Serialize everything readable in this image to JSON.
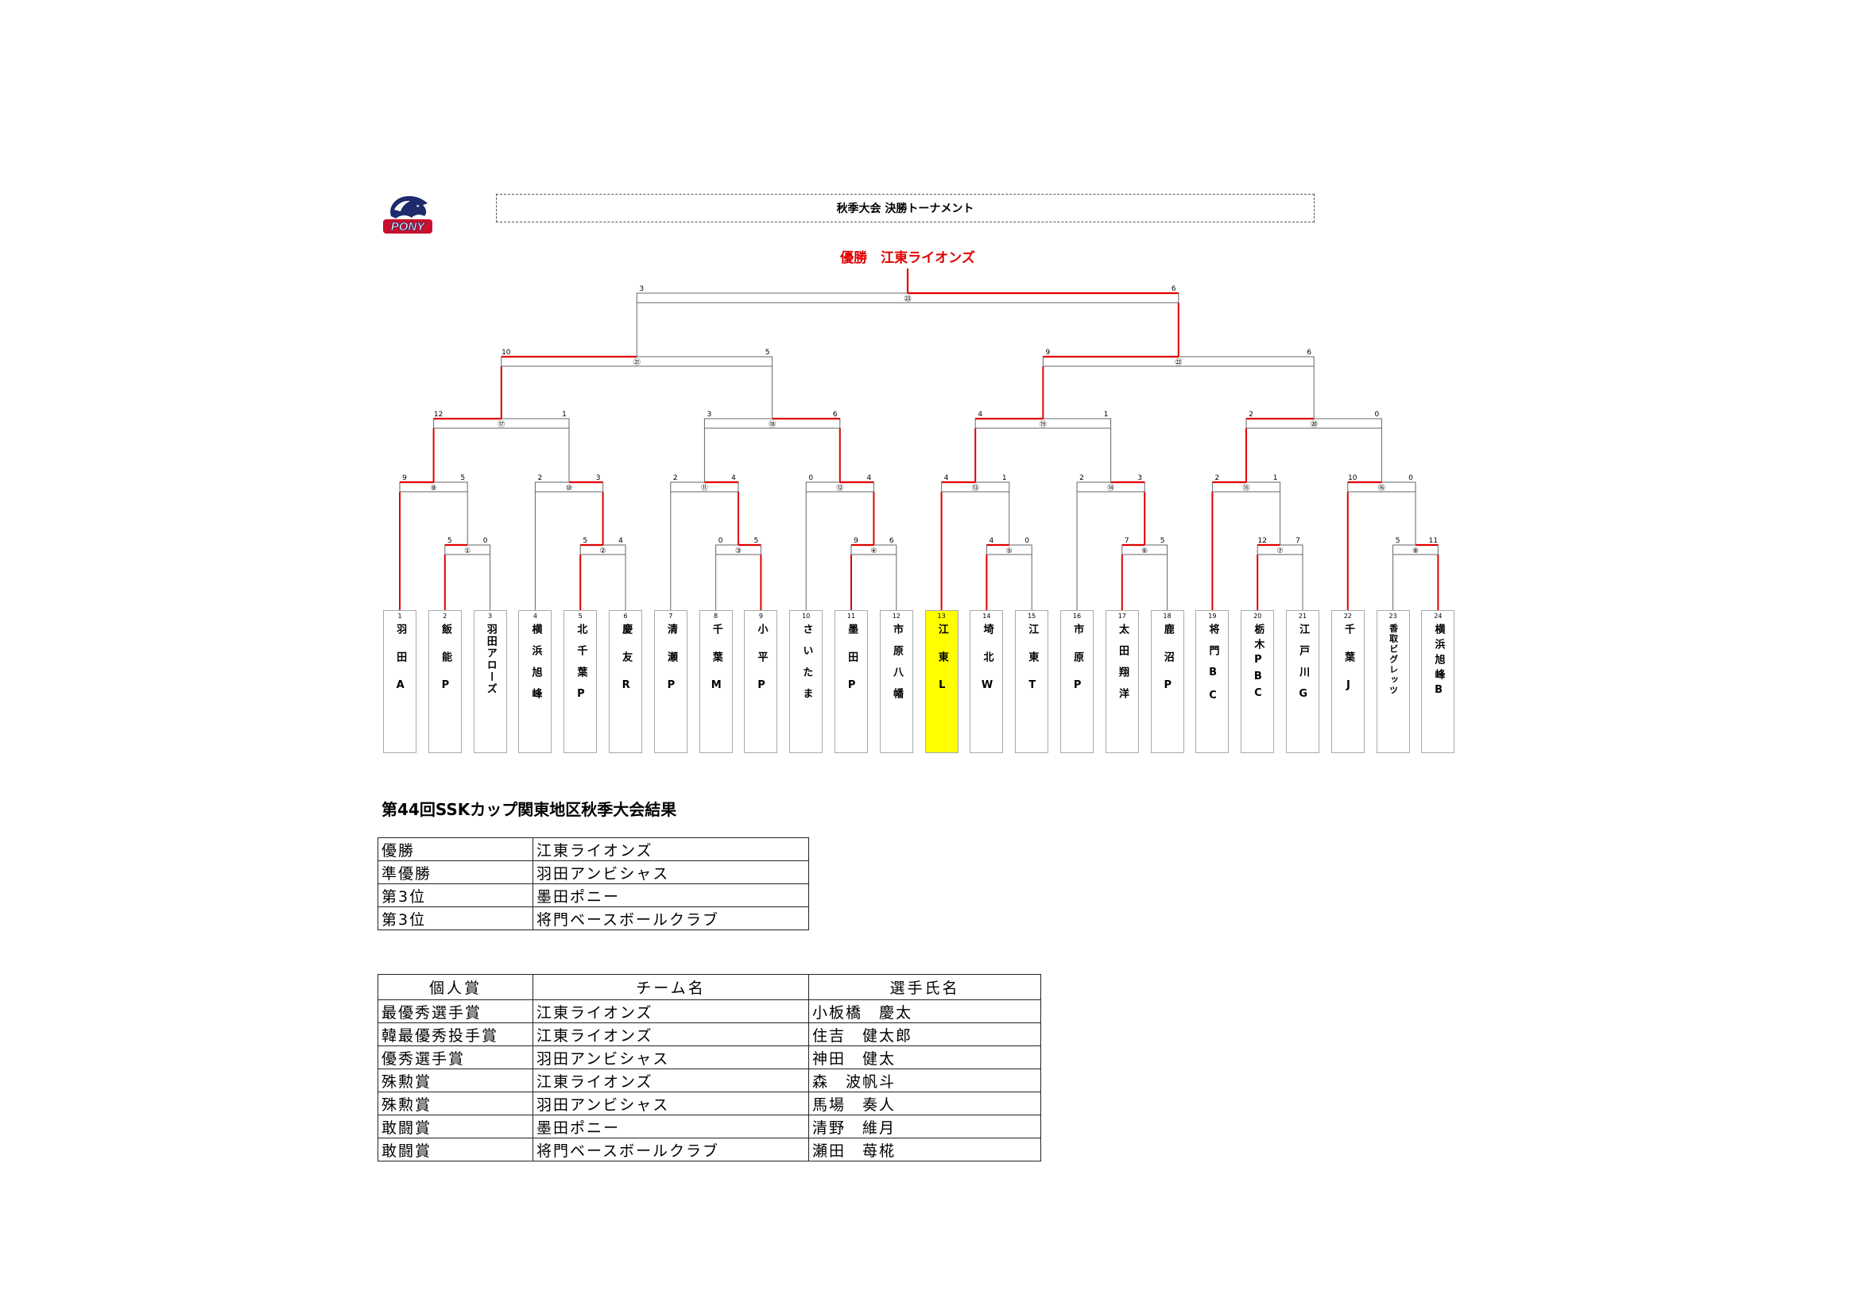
{
  "header": {
    "title": "秋季大会 決勝トーナメント",
    "logo_text": "PONY"
  },
  "colors": {
    "winner_line": "#e00000",
    "line": "#666666",
    "champion_fill": "#ffff00"
  },
  "bracket": {
    "champion_label": "優勝　江東ライオンズ",
    "teams": [
      {
        "no": "1",
        "name": "羽田A",
        "champion": false
      },
      {
        "no": "2",
        "name": "飯能P",
        "champion": false
      },
      {
        "no": "3",
        "name": "羽田アローズ",
        "champion": false
      },
      {
        "no": "4",
        "name": "横浜旭峰",
        "champion": false
      },
      {
        "no": "5",
        "name": "北千葉P",
        "champion": false
      },
      {
        "no": "6",
        "name": "慶友R",
        "champion": false
      },
      {
        "no": "7",
        "name": "清瀬P",
        "champion": false
      },
      {
        "no": "8",
        "name": "千葉M",
        "champion": false
      },
      {
        "no": "9",
        "name": "小平P",
        "champion": false
      },
      {
        "no": "10",
        "name": "さいたま",
        "champion": false
      },
      {
        "no": "11",
        "name": "墨田P",
        "champion": false
      },
      {
        "no": "12",
        "name": "市原八幡",
        "champion": false
      },
      {
        "no": "13",
        "name": "江東L",
        "champion": true
      },
      {
        "no": "14",
        "name": "埼北W",
        "champion": false
      },
      {
        "no": "15",
        "name": "江東T",
        "champion": false
      },
      {
        "no": "16",
        "name": "市原P",
        "champion": false
      },
      {
        "no": "17",
        "name": "太田翔洋",
        "champion": false
      },
      {
        "no": "18",
        "name": "鹿沼P",
        "champion": false
      },
      {
        "no": "19",
        "name": "将門BC",
        "champion": false
      },
      {
        "no": "20",
        "name": "栃木PBC",
        "champion": false
      },
      {
        "no": "21",
        "name": "江戸川G",
        "champion": false
      },
      {
        "no": "22",
        "name": "千葉J",
        "champion": false
      },
      {
        "no": "23",
        "name": "香取ビグレッツ",
        "champion": false
      },
      {
        "no": "24",
        "name": "横浜旭峰B",
        "champion": false
      }
    ],
    "matches": [
      {
        "id": "1",
        "label": "①",
        "a": "t2",
        "b": "t3",
        "score_a": "5",
        "score_b": "0",
        "winner": "a"
      },
      {
        "id": "2",
        "label": "②",
        "a": "t5",
        "b": "t6",
        "score_a": "5",
        "score_b": "4",
        "winner": "a"
      },
      {
        "id": "3",
        "label": "③",
        "a": "t8",
        "b": "t9",
        "score_a": "0",
        "score_b": "5",
        "winner": "b"
      },
      {
        "id": "4",
        "label": "④",
        "a": "t11",
        "b": "t12",
        "score_a": "9",
        "score_b": "6",
        "winner": "a"
      },
      {
        "id": "5",
        "label": "⑤",
        "a": "t14",
        "b": "t15",
        "score_a": "4",
        "score_b": "0",
        "winner": "a"
      },
      {
        "id": "6",
        "label": "⑥",
        "a": "t17",
        "b": "t18",
        "score_a": "7",
        "score_b": "5",
        "winner": "a"
      },
      {
        "id": "7",
        "label": "⑦",
        "a": "t20",
        "b": "t21",
        "score_a": "12",
        "score_b": "7",
        "winner": "a"
      },
      {
        "id": "8",
        "label": "⑧",
        "a": "t23",
        "b": "t24",
        "score_a": "5",
        "score_b": "11",
        "winner": "b"
      },
      {
        "id": "9",
        "label": "⑨",
        "a": "t1",
        "b": "m1",
        "score_a": "9",
        "score_b": "5",
        "winner": "a"
      },
      {
        "id": "10",
        "label": "⑩",
        "a": "t4",
        "b": "m2",
        "score_a": "2",
        "score_b": "3",
        "winner": "b"
      },
      {
        "id": "11",
        "label": "⑪",
        "a": "t7",
        "b": "m3",
        "score_a": "2",
        "score_b": "4",
        "winner": "b"
      },
      {
        "id": "12",
        "label": "⑫",
        "a": "t10",
        "b": "m4",
        "score_a": "0",
        "score_b": "4",
        "winner": "b"
      },
      {
        "id": "13",
        "label": "⑬",
        "a": "t13",
        "b": "m5",
        "score_a": "4",
        "score_b": "1",
        "winner": "a"
      },
      {
        "id": "14",
        "label": "⑭",
        "a": "t16",
        "b": "m6",
        "score_a": "2",
        "score_b": "3",
        "winner": "b"
      },
      {
        "id": "15",
        "label": "⑮",
        "a": "t19",
        "b": "m7",
        "score_a": "2",
        "score_b": "1",
        "winner": "a"
      },
      {
        "id": "16",
        "label": "⑯",
        "a": "t22",
        "b": "m8",
        "score_a": "10",
        "score_b": "0",
        "winner": "a"
      },
      {
        "id": "17",
        "label": "⑰",
        "a": "m9",
        "b": "m10",
        "score_a": "12",
        "score_b": "1",
        "winner": "a"
      },
      {
        "id": "18",
        "label": "⑱",
        "a": "m11",
        "b": "m12",
        "score_a": "3",
        "score_b": "6",
        "winner": "b"
      },
      {
        "id": "19",
        "label": "⑲",
        "a": "m13",
        "b": "m14",
        "score_a": "4",
        "score_b": "1",
        "winner": "a"
      },
      {
        "id": "20",
        "label": "⑳",
        "a": "m15",
        "b": "m16",
        "score_a": "2",
        "score_b": "0",
        "winner": "a"
      },
      {
        "id": "21",
        "label": "㉑",
        "a": "m17",
        "b": "m18",
        "score_a": "10",
        "score_b": "5",
        "winner": "a"
      },
      {
        "id": "22",
        "label": "㉒",
        "a": "m19",
        "b": "m20",
        "score_a": "9",
        "score_b": "6",
        "winner": "a"
      },
      {
        "id": "23",
        "label": "㉓",
        "a": "m21",
        "b": "m22",
        "score_a": "3",
        "score_b": "6",
        "winner": "b"
      }
    ]
  },
  "summary": {
    "heading": "第44回SSKカップ関東地区秋季大会結果",
    "results": [
      {
        "place": "優勝",
        "team": "江東ライオンズ"
      },
      {
        "place": "準優勝",
        "team": "羽田アンビシャス"
      },
      {
        "place": "第3位",
        "team": "墨田ポニー"
      },
      {
        "place": "第3位",
        "team": "将門ベースボールクラブ"
      }
    ],
    "awards_header": {
      "award": "個人賞",
      "team": "チーム名",
      "player": "選手氏名"
    },
    "awards": [
      {
        "award": "最優秀選手賞",
        "team": "江東ライオンズ",
        "player": "小板橋　慶太"
      },
      {
        "award": "韓最優秀投手賞",
        "team": "江東ライオンズ",
        "player": "住吉　健太郎"
      },
      {
        "award": "優秀選手賞",
        "team": "羽田アンビシャス",
        "player": "神田　健太"
      },
      {
        "award": "殊勲賞",
        "team": "江東ライオンズ",
        "player": "森　波帆斗"
      },
      {
        "award": "殊勲賞",
        "team": "羽田アンビシャス",
        "player": "馬場　奏人"
      },
      {
        "award": "敢闘賞",
        "team": "墨田ポニー",
        "player": "清野　維月"
      },
      {
        "award": "敢闘賞",
        "team": "将門ベースボールクラブ",
        "player": "瀬田　苺椛"
      }
    ]
  }
}
